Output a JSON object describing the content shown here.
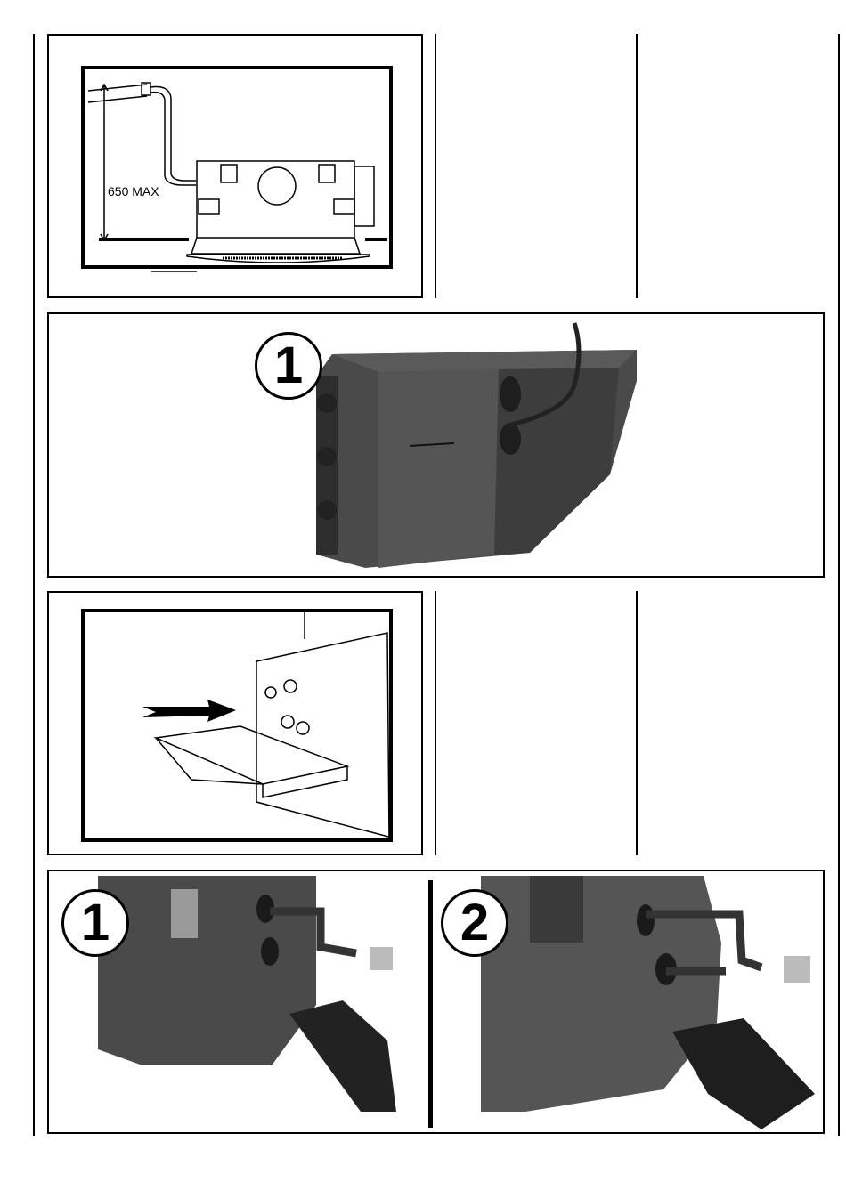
{
  "figure1": {
    "dimension_label": "650 MAX"
  },
  "figure2": {
    "step_label": "1"
  },
  "figure4": {
    "step_labels": [
      "1",
      "2"
    ]
  },
  "colors": {
    "ink": "#000000",
    "photo_gray": "#4a4a4a",
    "photo_dark": "#2a2a2a"
  }
}
